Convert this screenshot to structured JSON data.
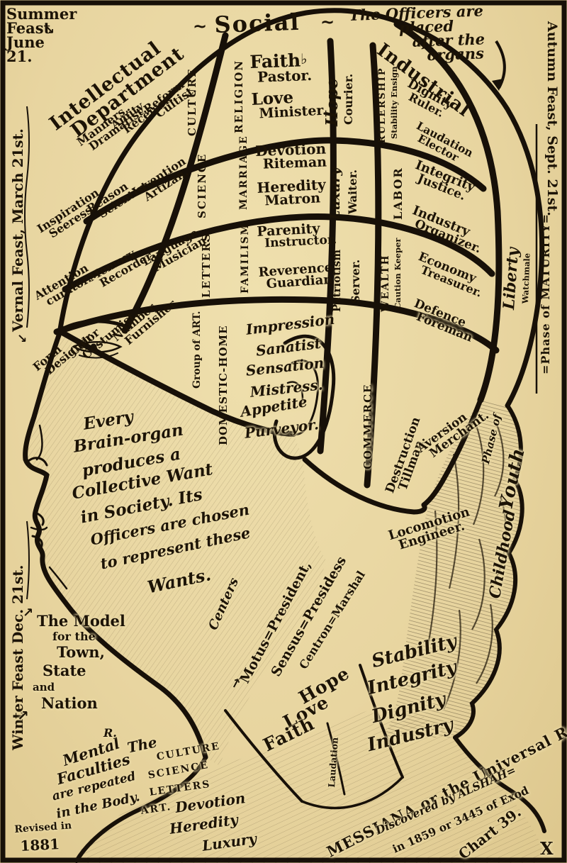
{
  "palette": {
    "paper": "#e8d5a0",
    "ink": "#1c1306"
  },
  "edges": {
    "summer": [
      "Summer",
      "Feast",
      "June",
      "21."
    ],
    "vernal": "Vernal Feast, March 21st.",
    "winter": "Winter Feast Dec. 21st.",
    "autumn": "Autumn Feast, Sept. 21st.",
    "maturity": "=Phase of MATURITY=",
    "officers_note": [
      "The Officers are",
      "placed",
      "after the",
      "organs"
    ]
  },
  "departments": {
    "intellectual": [
      "Intellectual",
      "Department"
    ],
    "social": "Social",
    "industrial": "Industrial"
  },
  "brain": {
    "culture": {
      "label": "CULTURE",
      "organs": [
        [
          "Manners,",
          "Dramatist."
        ],
        [
          "Amity",
          "Receiver."
        ],
        [
          "Reform",
          "Cultist."
        ]
      ]
    },
    "science": {
      "label": "SCIENCE",
      "organs": [
        [
          "Inspiration,",
          "Seeress."
        ],
        [
          "Reason",
          "Scientist."
        ],
        [
          "Invention",
          "Artizan."
        ]
      ]
    },
    "letters": {
      "label": "LETTERS",
      "organs": [
        [
          "Attention",
          "curator."
        ],
        [
          "Memory",
          "Recorder."
        ],
        [
          "Language",
          "Musician."
        ]
      ]
    },
    "art": {
      "label": "Group of ART.",
      "organs": [
        [
          "Form",
          "Designer."
        ],
        [
          "Color",
          "Costumist."
        ],
        [
          "Number",
          "Furnisher."
        ]
      ]
    },
    "religion": {
      "label": "RELIGION",
      "organs": [
        [
          "Faith",
          "Pastor."
        ],
        [
          "Love",
          "Minister."
        ]
      ]
    },
    "marriage": {
      "label": "MARRIAGE",
      "organs": [
        [
          "Devotion",
          "Riteman"
        ],
        [
          "Heredity",
          "Matron"
        ]
      ]
    },
    "familism": {
      "label": "FAMILISM",
      "organs": [
        [
          "Parenity",
          "Instructor."
        ],
        [
          "Reverence",
          "Guardian"
        ]
      ]
    },
    "domestic": {
      "label": "DOMESTIC-HOME",
      "lines": [
        "Impression",
        "Sanatist",
        "Sensation",
        "Mistress.",
        "Appetite",
        "Purveyor."
      ]
    },
    "hope": {
      "organ": "Hope",
      "officer": "Courier."
    },
    "luxury": {
      "organ": "Luxury",
      "officer": "Waiter."
    },
    "patriotism": {
      "organ": "Patriotism",
      "officer": "Server."
    },
    "rulership": {
      "label": "RULERSHIP",
      "sublabel": "Stability Ensign",
      "organs": [
        [
          "Dignity",
          "Ruler."
        ],
        [
          "Laudation",
          "Elector"
        ]
      ]
    },
    "labor": {
      "label": "LABOR",
      "organs": [
        [
          "Integrity",
          "Justice."
        ],
        [
          "Industry",
          "Organizer."
        ]
      ]
    },
    "wealth": {
      "label": "WEALTH",
      "sublabel": "Caution Keeper",
      "organs": [
        [
          "Economy",
          "Treasurer."
        ],
        [
          "Defence",
          "Foreman"
        ]
      ]
    },
    "commerce": {
      "label": "COMMERCE",
      "organs": [
        [
          "Destruction",
          "Tillman."
        ],
        [
          "Aversion",
          "Merchant."
        ],
        [
          "Locomotion",
          "Engineer."
        ]
      ]
    },
    "liberty": {
      "organ": "Liberty",
      "officer": "Watchmale"
    }
  },
  "phases": {
    "youth": [
      "Phase of",
      "Youth"
    ],
    "childhood": "Childhood"
  },
  "quote": [
    "Every",
    "Brain-organ",
    "produces a",
    "Collective Want",
    "in Society. Its",
    "Officers are chosen",
    "to represent these",
    "Wants."
  ],
  "centers": {
    "title": "Centers",
    "officers": [
      "Motus=President,",
      "Sensus=Presidess",
      "Centron=Marshal"
    ]
  },
  "model": [
    "The Model",
    "for the",
    "Town,",
    "State",
    "and",
    "Nation"
  ],
  "collar": {
    "left": [
      "Hope",
      "Love",
      "Faith"
    ],
    "seam": "Laudation",
    "right": [
      "Stability",
      "Integrity",
      "Dignity",
      "Industry"
    ]
  },
  "footer": {
    "mental": [
      "Mental",
      "Faculties",
      "are repeated",
      "in the Body."
    ],
    "revised": [
      "Revised in",
      "1881"
    ],
    "monogram": "R.",
    "the": "The",
    "repeated": [
      "CULTURE",
      "SCIENCE",
      "LETTERS",
      "ART."
    ],
    "repeated2": [
      "Devotion",
      "Heredity",
      "Luxury"
    ],
    "messiana": "MESSIANA or the Universal Republic=",
    "discovered": "Discovered by ALSHAH=",
    "year": "in 1859 or 3445 of Exod",
    "chart": "Chart 39.",
    "mark": "X"
  },
  "icons": {
    "arrow_se": "↘",
    "arrow_ne": "↗",
    "arrow_right": "→",
    "flat": "♭",
    "tilde": "~"
  }
}
